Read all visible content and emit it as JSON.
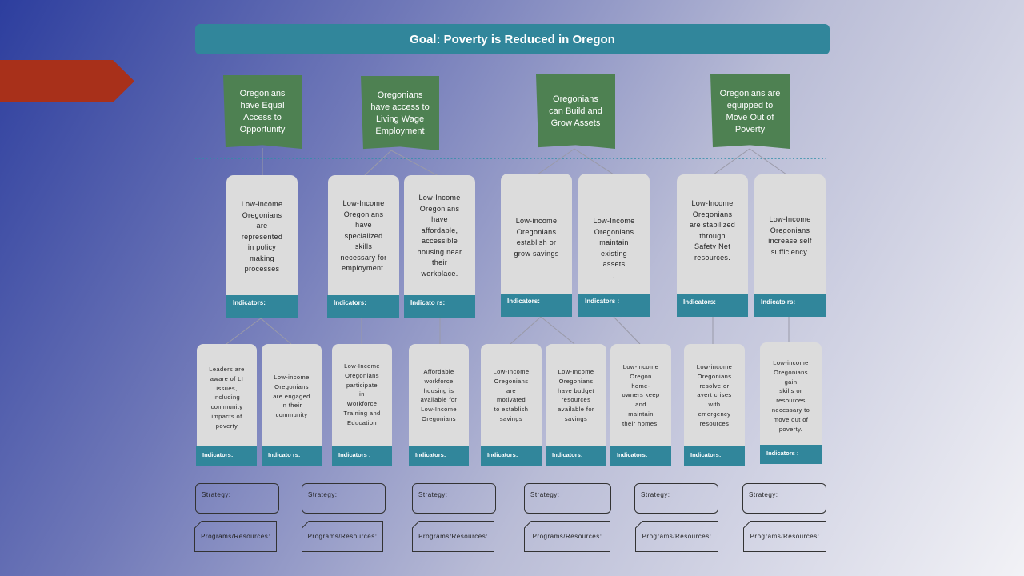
{
  "goal": "Goal:  Poverty is Reduced in Oregon",
  "outcomes": [
    "Oregonians\nhave Equal\nAccess to\nOpportunity",
    "Oregonians\nhave access to\nLiving Wage\nEmployment",
    "Oregonians\ncan Build and\nGrow Assets",
    "Oregonians are\nequipped to\nMove Out of\nPoverty"
  ],
  "tier2": [
    "Low-income\nOregonians\nare\nrepresented\nin policy\nmaking\nprocesses",
    "Low-Income\nOregonians\nhave\nspecialized\nskills\nnecessary for\nemployment.",
    "Low-Income\nOregonians\nhave\naffordable,\naccessible\nhousing near\ntheir\nworkplace.\n.",
    "Low-income\nOregonians\nestablish or\ngrow savings",
    "Low-Income\nOregonians\nmaintain\nexisting\nassets\n.",
    "Low-Income\nOregonians\nare stabilized\nthrough\nSafety Net\nresources.",
    "Low-Income\nOregonians\nincrease self\nsufficiency."
  ],
  "tier3": [
    "Leaders are\naware of LI\nissues,\nincluding\ncommunity\nimpacts of\npoverty",
    "Low-income\nOregonians\nare engaged\nin their\ncommunity",
    "Low-Income\nOregonians\nparticipate\nin\nWorkforce\nTraining and\nEducation",
    "Affordable\nworkforce\nhousing is\navailable for\nLow-Income\nOregonians",
    "Low-Income\nOregonians\nare\nmotivated\nto establish\nsavings",
    "Low-Income\nOregonians\nhave budget\nresources\navailable for\nsavings",
    "Low-income\nOregon\nhome-\nowners keep\nand\nmaintain\ntheir homes.",
    "Low-income\nOregonians\nresolve or\navert crises\nwith\nemergency\nresources",
    "Low-income\nOregonians\ngain\nskills or\nresources\nnecessary to\nmove out of\npoverty."
  ],
  "labels": {
    "indicators": "Indicators:",
    "indicators_b": "Indicators :",
    "indicators_c": "Indicato rs:",
    "strategy": "Strategy:",
    "programs": "Programs/Resources:"
  },
  "colors": {
    "goal_bar": "#31869b",
    "outcome_banner": "#4e8152",
    "arrow": "#a8301a",
    "card": "#dcdcdc"
  }
}
